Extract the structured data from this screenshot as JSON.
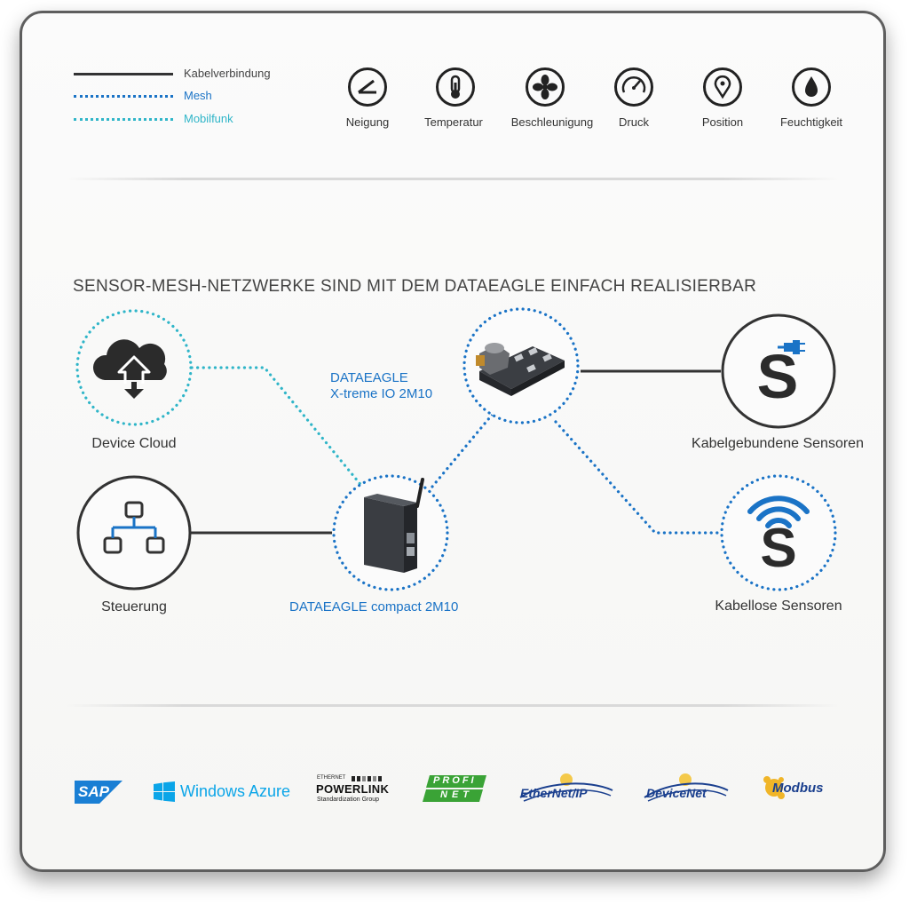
{
  "legend": {
    "items": [
      {
        "label": "Kabelverbindung",
        "color": "#222222",
        "style": "solid"
      },
      {
        "label": "Mesh",
        "color": "#1a73c6",
        "style": "dotted"
      },
      {
        "label": "Mobilfunk",
        "color": "#2fb5c8",
        "style": "dotted"
      }
    ]
  },
  "sensor_types": [
    {
      "label": "Neigung",
      "icon": "angle-icon"
    },
    {
      "label": "Temperatur",
      "icon": "thermometer-icon"
    },
    {
      "label": "Beschleunigung",
      "icon": "fan-icon"
    },
    {
      "label": "Druck",
      "icon": "gauge-icon"
    },
    {
      "label": "Position",
      "icon": "location-pin-icon"
    },
    {
      "label": "Feuchtigkeit",
      "icon": "drop-icon"
    }
  ],
  "headline": "SENSOR-MESH-NETZWERKE SIND MIT DEM DATAEAGLE EINFACH REALISIERBAR",
  "nodes": {
    "device_cloud": "Device Cloud",
    "steuerung": "Steuerung",
    "compact": "DATAEAGLE compact 2M10",
    "xtreme_line1": "DATAEAGLE",
    "xtreme_line2": "X-treme IO 2M10",
    "wired": "Kabelgebundene Sensoren",
    "wireless": "Kabellose Sensoren",
    "sensor_letter": "S"
  },
  "colors": {
    "accent_blue": "#1a73c6",
    "cyan": "#2fb5c8",
    "dark": "#333333"
  },
  "logos": {
    "sap": "SAP",
    "azure": "Windows Azure",
    "powerlink_top": "ETHERNET",
    "powerlink_main": "POWERLINK",
    "powerlink_sub": "Standardization Group",
    "profinet_1": "PROFI",
    "profinet_2": "NET",
    "ethernetip": "EtherNet/IP",
    "devicenet": "DeviceNet",
    "modbus": "Modbus"
  }
}
